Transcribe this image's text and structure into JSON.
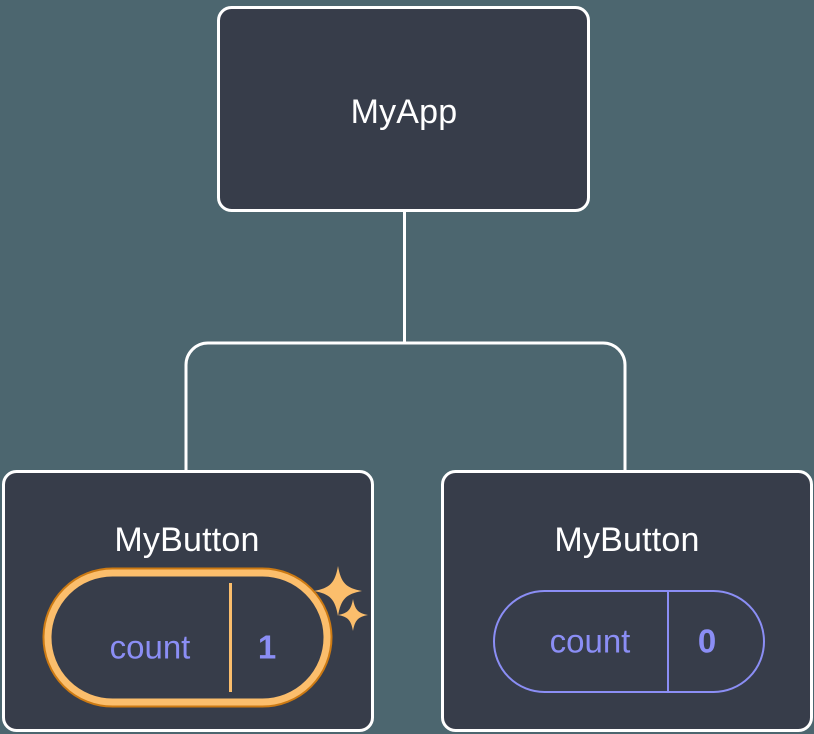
{
  "diagram": {
    "type": "component-tree",
    "title_text": "MyApp",
    "background_color": "#4c666f",
    "node_fill": "#373d4a",
    "node_border": "#ffffff",
    "state_accent": "#8b8ef5",
    "highlight_inner": "#fbbe6c",
    "highlight_outer": "#cc7a13"
  },
  "root": {
    "label": "MyApp"
  },
  "children": [
    {
      "label": "MyButton",
      "state": {
        "key": "count",
        "value": "1"
      },
      "highlighted": true,
      "sparkles": [
        "sparkle-large",
        "sparkle-small"
      ]
    },
    {
      "label": "MyButton",
      "state": {
        "key": "count",
        "value": "0"
      },
      "highlighted": false,
      "sparkles": []
    }
  ]
}
